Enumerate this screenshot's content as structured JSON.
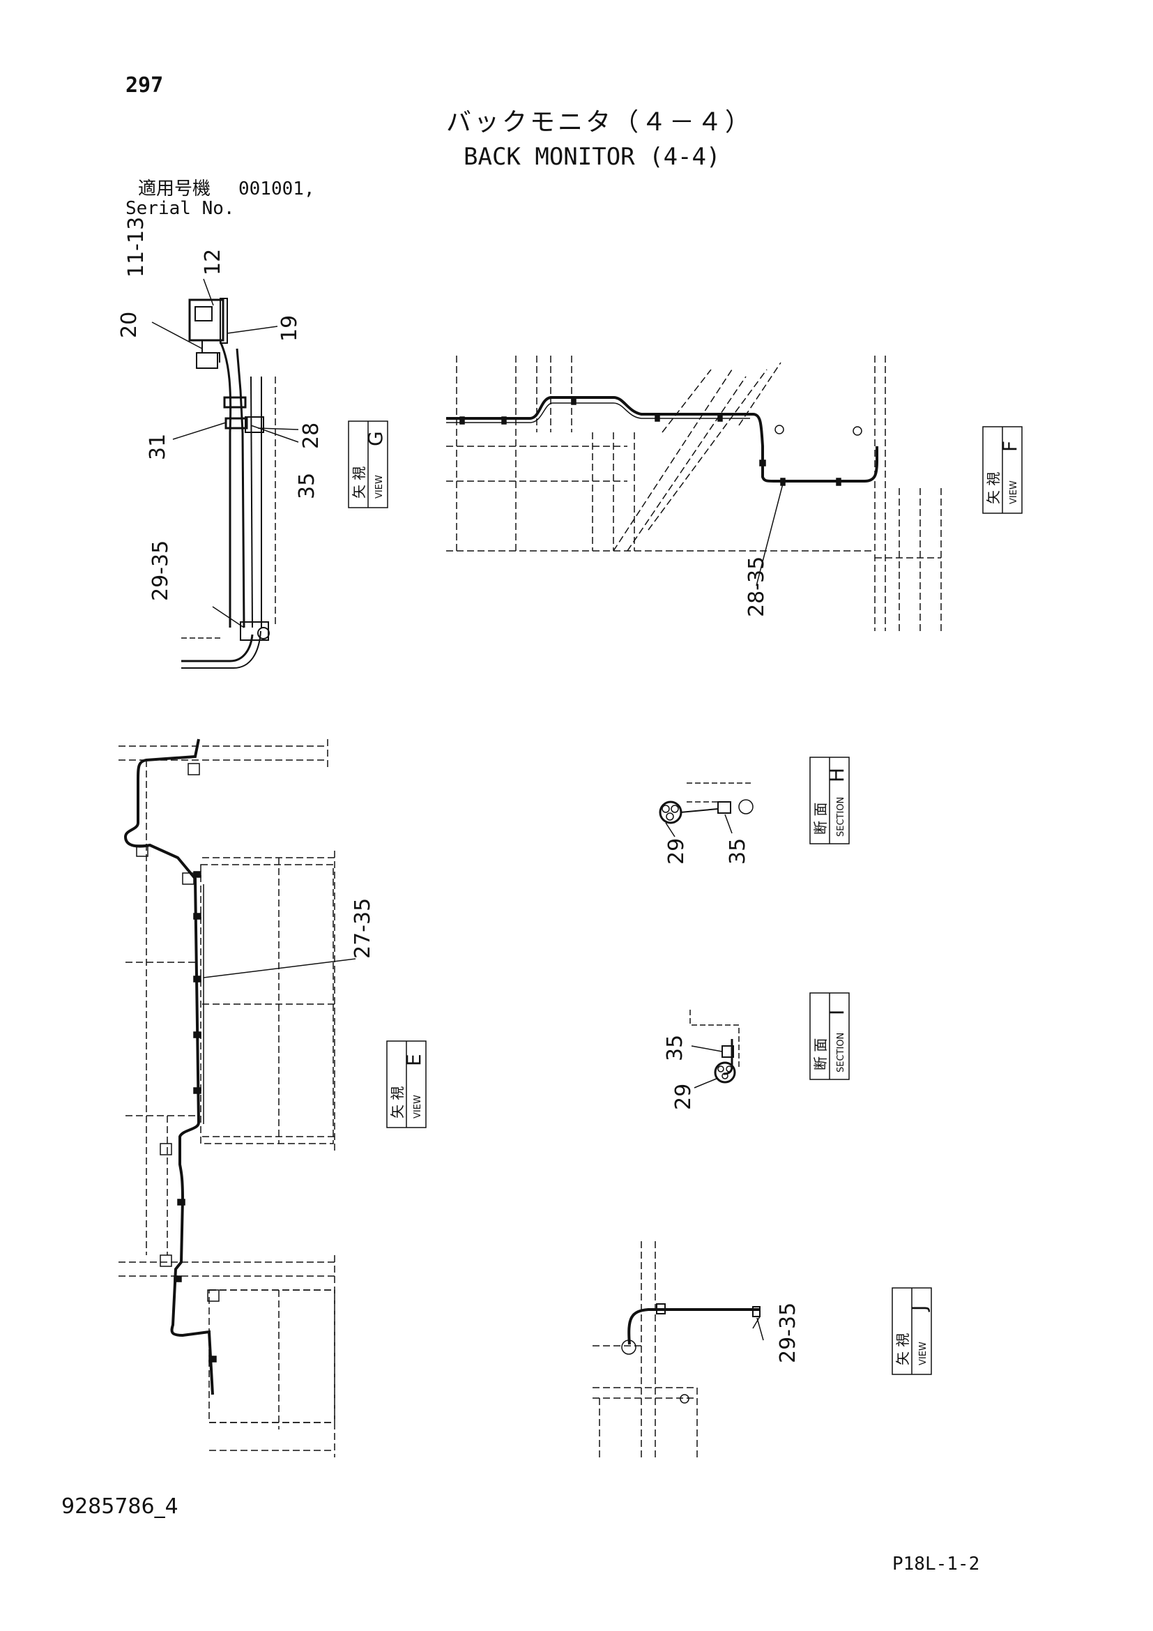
{
  "page_number": "297",
  "title_jp": "バックモニタ（４－４）",
  "title_en": "BACK MONITOR (4-4)",
  "serial_label_jp": "適用号機",
  "serial_value": "001001,",
  "serial_label_en": "Serial No.",
  "document_number": "9285786_4",
  "page_reference": "P18L-1-2",
  "callouts": {
    "g_11_13": "11-13",
    "g_12": "12",
    "g_20": "20",
    "g_19": "19",
    "g_31": "31",
    "g_28": "28",
    "g_35": "35",
    "g_29_35": "29-35",
    "f_28_35": "28-35",
    "e_27_35": "27-35",
    "h_29": "29",
    "h_35": "35",
    "i_35": "35",
    "i_29": "29",
    "j_29_35": "29-35"
  },
  "view_labels": {
    "g": {
      "kanji": "矢 視",
      "sub": "VIEW",
      "letter": "G"
    },
    "f": {
      "kanji": "矢 視",
      "sub": "VIEW",
      "letter": "F"
    },
    "e": {
      "kanji": "矢 視",
      "sub": "VIEW",
      "letter": "E"
    },
    "h": {
      "kanji": "断 面",
      "sub": "SECTION",
      "letter": "H"
    },
    "i": {
      "kanji": "断 面",
      "sub": "SECTION",
      "letter": "I"
    },
    "j": {
      "kanji": "矢 視",
      "sub": "VIEW",
      "letter": "J"
    }
  }
}
